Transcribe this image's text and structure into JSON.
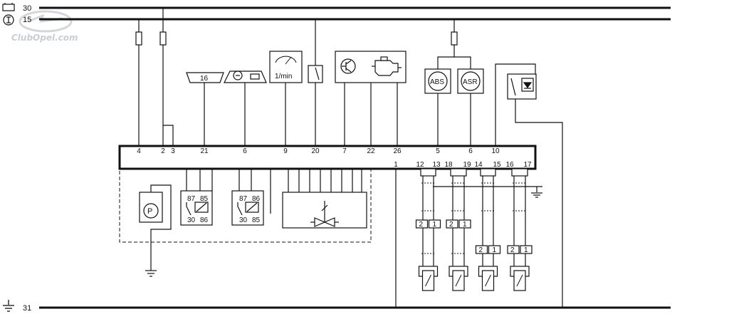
{
  "rails": {
    "top1": "30",
    "top2": "15",
    "bottom": "31"
  },
  "watermark": "ClubOpel.com",
  "icons": {
    "battery": "battery-icon",
    "ignition": "ignition-switch-icon",
    "ground": "ground-icon"
  },
  "indicators": {
    "fuel_display": "16",
    "tachometer_unit": "1/min",
    "abs": "ABS",
    "asr": "ASR"
  },
  "module": {
    "top_pins": [
      "4",
      "2",
      "3",
      "21",
      "6",
      "9",
      "20",
      "7",
      "22",
      "26",
      "5",
      "6",
      "10"
    ],
    "bottom_pins": [
      "1",
      "12",
      "13",
      "18",
      "19",
      "14",
      "15",
      "16",
      "17"
    ]
  },
  "pump_motor": "P",
  "relay_left": {
    "t87": "87",
    "t85": "85",
    "t30": "30",
    "t86": "86"
  },
  "relay_right": {
    "t87": "87",
    "t86": "86",
    "t30": "30",
    "t85": "85"
  },
  "connectors": [
    {
      "a": "2",
      "b": "1"
    },
    {
      "a": "2",
      "b": "1"
    },
    {
      "a": "2",
      "b": "1"
    },
    {
      "a": "2",
      "b": "1"
    }
  ]
}
